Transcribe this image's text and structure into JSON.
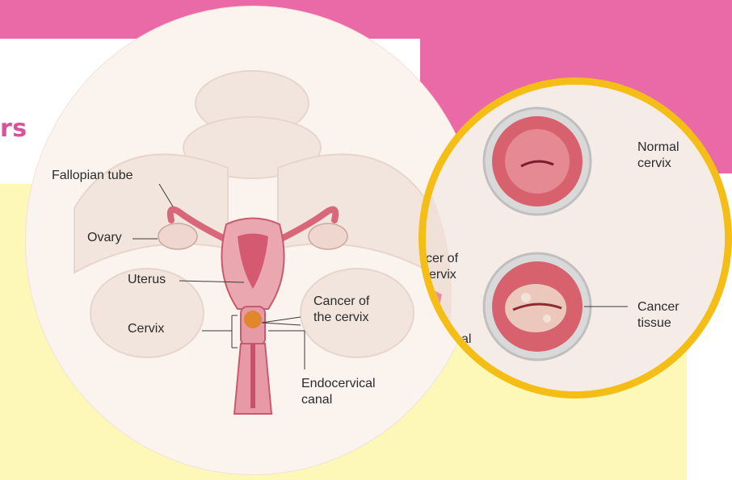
{
  "heading_fragment": "rs",
  "anatomy_labels": {
    "fallopian_tube": "Fallopian tube",
    "ovary": "Ovary",
    "uterus": "Uterus",
    "cervix": "Cervix",
    "cancer_line1": "Cancer of",
    "cancer_line2": "the cervix",
    "endocervical_line1": "Endocervical",
    "endocervical_line2": "canal"
  },
  "detail_labels": {
    "normal_line1": "Normal",
    "normal_line2": "cervix",
    "cancer_tissue_line1": "Cancer",
    "cancer_tissue_line2": "tissue",
    "behind_line1": "cer of",
    "behind_line2": "ervix",
    "behind_line3": "cal"
  },
  "colors": {
    "pink": "#e96aa6",
    "yellow_panel": "#fdf7b8",
    "yellow_ring": "#f4be17",
    "heading": "#d9529a"
  }
}
